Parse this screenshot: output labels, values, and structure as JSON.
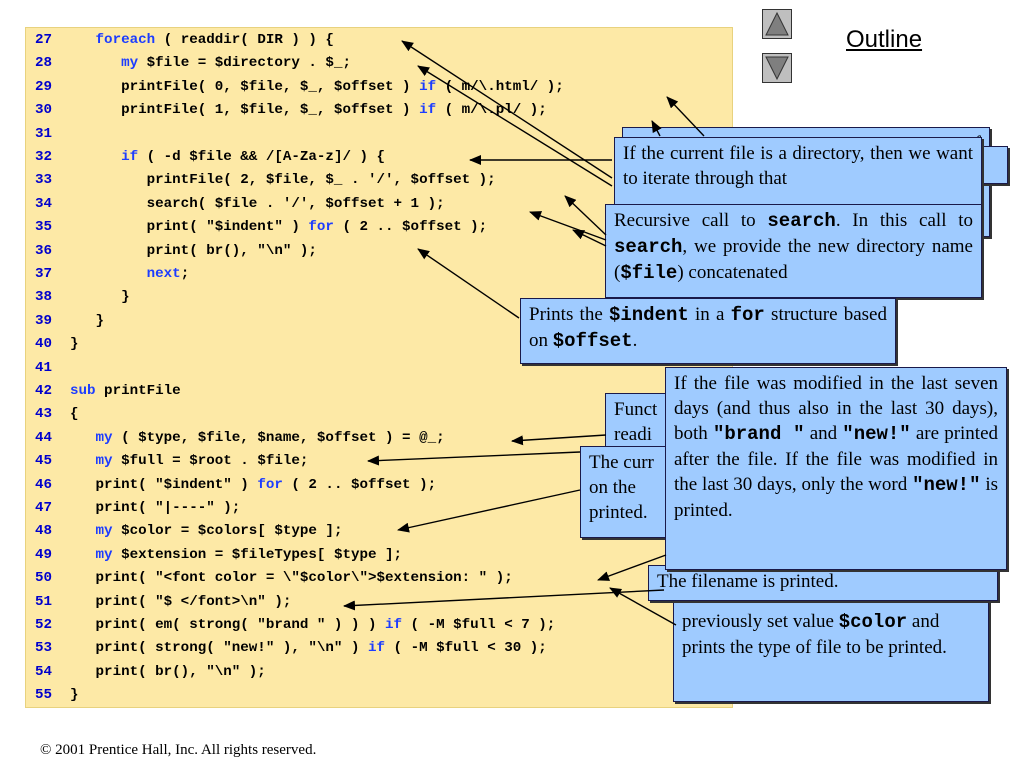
{
  "nav": {
    "up_label": "previous slide",
    "down_label": "next slide",
    "outline_label": "Outline"
  },
  "code": {
    "lines": [
      {
        "num": "27",
        "parts": [
          {
            "t": "   "
          },
          {
            "t": "foreach",
            "k": 1
          },
          {
            "t": " ( readdir( DIR ) ) {"
          }
        ]
      },
      {
        "num": "28",
        "parts": [
          {
            "t": "      "
          },
          {
            "t": "my",
            "k": 1
          },
          {
            "t": " $file = $directory . $_;"
          }
        ]
      },
      {
        "num": "29",
        "parts": [
          {
            "t": "      printFile( 0, $file, $_, $offset ) "
          },
          {
            "t": "if",
            "k": 1
          },
          {
            "t": " ( m/\\.html/ );"
          }
        ]
      },
      {
        "num": "30",
        "parts": [
          {
            "t": "      printFile( 1, $file, $_, $offset ) "
          },
          {
            "t": "if",
            "k": 1
          },
          {
            "t": " ( m/\\.pl/ );"
          }
        ]
      },
      {
        "num": "31",
        "parts": [
          {
            "t": ""
          }
        ]
      },
      {
        "num": "32",
        "parts": [
          {
            "t": "      "
          },
          {
            "t": "if",
            "k": 1
          },
          {
            "t": " ( -d $file && /[A-Za-z]/ ) {"
          }
        ]
      },
      {
        "num": "33",
        "parts": [
          {
            "t": "         printFile( 2, $file, $_ . '/', $offset );"
          }
        ]
      },
      {
        "num": "34",
        "parts": [
          {
            "t": "         search( $file . '/', $offset + 1 );"
          }
        ]
      },
      {
        "num": "35",
        "parts": [
          {
            "t": "         print( \"$indent\" ) "
          },
          {
            "t": "for",
            "k": 1
          },
          {
            "t": " ( 2 .. $offset );"
          }
        ]
      },
      {
        "num": "36",
        "parts": [
          {
            "t": "         print( br(), \"\\n\" );"
          }
        ]
      },
      {
        "num": "37",
        "parts": [
          {
            "t": "         "
          },
          {
            "t": "next",
            "k": 1
          },
          {
            "t": ";"
          }
        ]
      },
      {
        "num": "38",
        "parts": [
          {
            "t": "      }"
          }
        ]
      },
      {
        "num": "39",
        "parts": [
          {
            "t": "   }"
          }
        ]
      },
      {
        "num": "40",
        "parts": [
          {
            "t": "}"
          }
        ]
      },
      {
        "num": "41",
        "parts": [
          {
            "t": ""
          }
        ]
      },
      {
        "num": "42",
        "parts": [
          {
            "t": "sub",
            "k": 1
          },
          {
            "t": " printFile"
          }
        ]
      },
      {
        "num": "43",
        "parts": [
          {
            "t": "{"
          }
        ]
      },
      {
        "num": "44",
        "parts": [
          {
            "t": "   "
          },
          {
            "t": "my",
            "k": 1
          },
          {
            "t": " ( $type, $file, $name, $offset ) = @_;"
          }
        ]
      },
      {
        "num": "45",
        "parts": [
          {
            "t": "   "
          },
          {
            "t": "my",
            "k": 1
          },
          {
            "t": " $full = $root . $file;"
          }
        ]
      },
      {
        "num": "46",
        "parts": [
          {
            "t": "   print( \"$indent\" ) "
          },
          {
            "t": "for",
            "k": 1
          },
          {
            "t": " ( 2 .. $offset );"
          }
        ]
      },
      {
        "num": "47",
        "parts": [
          {
            "t": "   print( \"|----\" );"
          }
        ]
      },
      {
        "num": "48",
        "parts": [
          {
            "t": "   "
          },
          {
            "t": "my",
            "k": 1
          },
          {
            "t": " $color = $colors[ $type ];"
          }
        ]
      },
      {
        "num": "49",
        "parts": [
          {
            "t": "   "
          },
          {
            "t": "my",
            "k": 1
          },
          {
            "t": " $extension = $fileTypes[ $type ];"
          }
        ]
      },
      {
        "num": "50",
        "parts": [
          {
            "t": "   print( \"<font color = \\\"$color\\\">$extension: \" );"
          }
        ]
      },
      {
        "num": "51",
        "parts": [
          {
            "t": "   print( \"$ </font>\\n\" );"
          }
        ]
      },
      {
        "num": "52",
        "parts": [
          {
            "t": "   print( em( strong( \"brand \" ) ) ) "
          },
          {
            "t": "if",
            "k": 1
          },
          {
            "t": " ( -M $full < 7 );"
          }
        ]
      },
      {
        "num": "53",
        "parts": [
          {
            "t": "   print( strong( \"new!\" ), \"\\n\" ) "
          },
          {
            "t": "if",
            "k": 1
          },
          {
            "t": " ( -M $full < 30 );"
          }
        ]
      },
      {
        "num": "54",
        "parts": [
          {
            "t": "   print( br(), \"\\n\" );"
          }
        ]
      },
      {
        "num": "55",
        "parts": [
          {
            "t": "}"
          }
        ]
      }
    ]
  },
  "callouts": {
    "hidden_top": [
      {
        "t": "f"
      }
    ],
    "directory": [
      {
        "t": "If the current file is a directory, then we want to iterate through that"
      }
    ],
    "recursive": [
      {
        "t": "Recursive call to "
      },
      {
        "t": "search",
        "m": 1
      },
      {
        "t": ". In this call to "
      },
      {
        "t": "search",
        "m": 1
      },
      {
        "t": ", we provide the new directory name ("
      },
      {
        "t": "$file",
        "m": 1
      },
      {
        "t": ") concatenated"
      }
    ],
    "indent": [
      {
        "t": "Prints the "
      },
      {
        "t": "$indent",
        "m": 1
      },
      {
        "t": " in a "
      },
      {
        "t": "for",
        "m": 1
      },
      {
        "t": " structure based on "
      },
      {
        "t": "$offset",
        "m": 1
      },
      {
        "t": "."
      }
    ],
    "function": [
      {
        "t": "Funct"
      },
      {
        "t": "\n"
      },
      {
        "t": "readi"
      }
    ],
    "current": [
      {
        "t": "The curr"
      },
      {
        "t": "\n"
      },
      {
        "t": "on the"
      },
      {
        "t": "\n"
      },
      {
        "t": "printed."
      }
    ],
    "modified": [
      {
        "t": "If the file was modified in the last seven days (and thus also in the last 30 days), both "
      },
      {
        "t": "\"brand \"",
        "m": 1
      },
      {
        "t": " and "
      },
      {
        "t": "\"new!\"",
        "m": 1
      },
      {
        "t": " are printed after the file. If the file was modified in the last 30 days, only the word "
      },
      {
        "t": "\"new!\"",
        "m": 1
      },
      {
        "t": " is printed."
      }
    ],
    "filename": [
      {
        "t": "The filename is printed."
      }
    ],
    "font_color": [
      {
        "t": "Sets the font color based on the previously set value "
      },
      {
        "t": "$color",
        "m": 1
      },
      {
        "t": " and prints the type of file to be printed."
      }
    ]
  },
  "footer": {
    "copyright": "© 2001 Prentice Hall, Inc.  All rights reserved."
  },
  "colors": {
    "code_bg": "#fde9a6",
    "keyword": "#1c3cff",
    "line_number": "#0000cc",
    "callout_bg": "#9fcbff"
  }
}
